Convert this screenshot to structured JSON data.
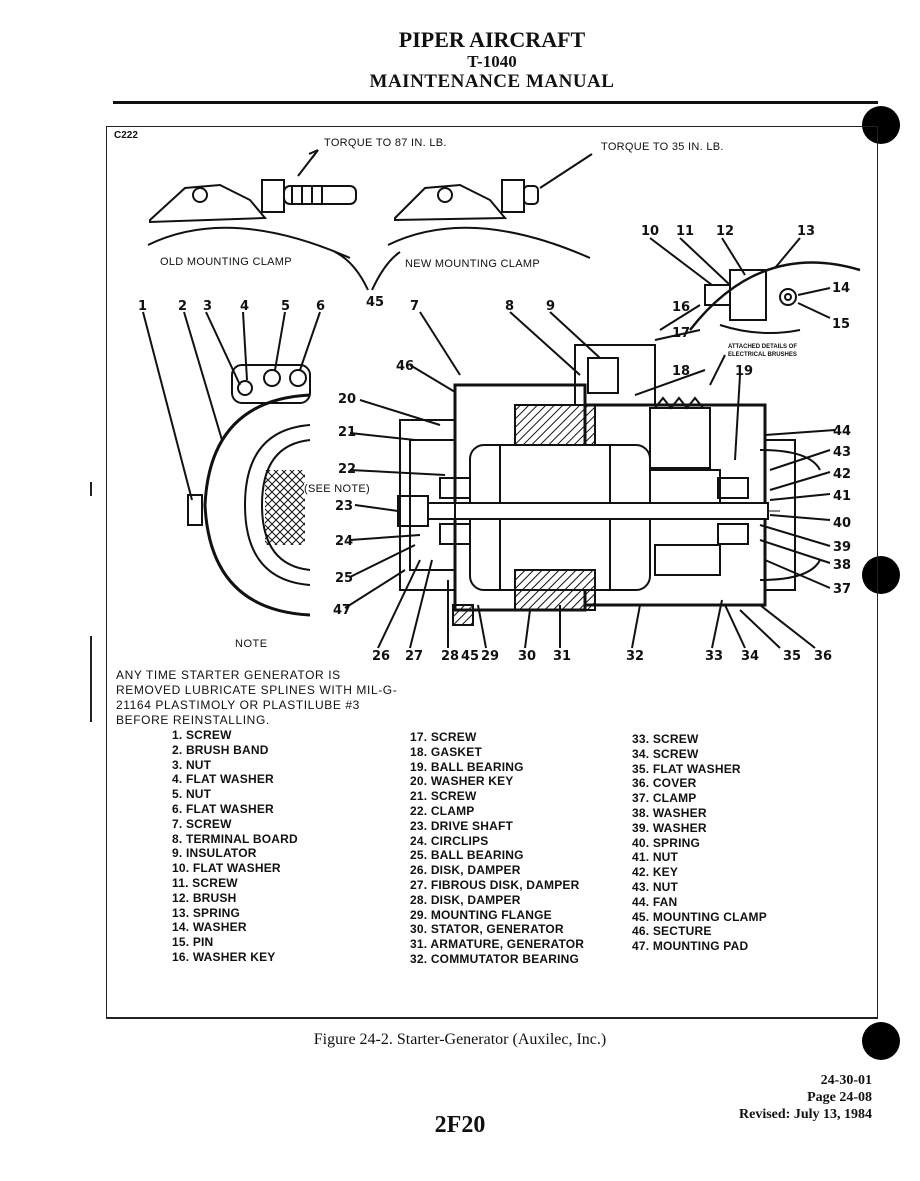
{
  "header": {
    "company": "PIPER AIRCRAFT",
    "model": "T-1040",
    "manual": "MAINTENANCE MANUAL"
  },
  "figure": {
    "code": "C222",
    "torque_old": "TORQUE TO 87 IN. LB.",
    "torque_new": "TORQUE TO 35 IN. LB.",
    "old_clamp": "OLD MOUNTING CLAMP",
    "new_clamp": "NEW MOUNTING CLAMP",
    "see_note": "(SEE NOTE)",
    "detail_label": "ATTACHED DETAILS OF ELECTRICAL BRUSHES",
    "note_heading": "NOTE",
    "note_text": "ANY TIME STARTER GENERATOR IS REMOVED LUBRICATE SPLINES WITH MIL-G-21164 PLASTIMOLY OR PLASTILUBE #3 BEFORE REINSTALLING.",
    "callouts": [
      "1",
      "2",
      "3",
      "4",
      "5",
      "6",
      "45",
      "7",
      "8",
      "9",
      "10",
      "11",
      "12",
      "13",
      "14",
      "15",
      "16",
      "17",
      "18",
      "19",
      "46",
      "20",
      "21",
      "22",
      "23",
      "24",
      "25",
      "47",
      "26",
      "27",
      "28",
      "45",
      "29",
      "30",
      "31",
      "32",
      "33",
      "34",
      "35",
      "36",
      "37",
      "38",
      "39",
      "40",
      "41",
      "42",
      "43",
      "44"
    ]
  },
  "parts_col1": [
    "1. SCREW",
    "2. BRUSH BAND",
    "3. NUT",
    "4. FLAT WASHER",
    "5. NUT",
    "6. FLAT WASHER",
    "7. SCREW",
    "8. TERMINAL BOARD",
    "9. INSULATOR",
    "10. FLAT WASHER",
    "11. SCREW",
    "12. BRUSH",
    "13. SPRING",
    "14. WASHER",
    "15. PIN",
    "16. WASHER KEY"
  ],
  "parts_col2": [
    "17. SCREW",
    "18. GASKET",
    "19. BALL BEARING",
    "20. WASHER KEY",
    "21. SCREW",
    "22. CLAMP",
    "23. DRIVE SHAFT",
    "24. CIRCLIPS",
    "25. BALL BEARING",
    "26. DISK, DAMPER",
    "27. FIBROUS DISK, DAMPER",
    "28. DISK, DAMPER",
    "29. MOUNTING FLANGE",
    "30. STATOR, GENERATOR",
    "31. ARMATURE, GENERATOR",
    "32. COMMUTATOR BEARING"
  ],
  "parts_col3": [
    "33. SCREW",
    "34. SCREW",
    "35. FLAT WASHER",
    "36. COVER",
    "37. CLAMP",
    "38. WASHER",
    "39. WASHER",
    "40. SPRING",
    "41. NUT",
    "42. KEY",
    "43. NUT",
    "44. FAN",
    "45. MOUNTING CLAMP",
    "46. SECTURE",
    "47. MOUNTING PAD"
  ],
  "caption": "Figure 24-2.  Starter-Generator (Auxilec, Inc.)",
  "footer": {
    "chapter": "24-30-01",
    "page": "Page 24-08",
    "revised": "Revised: July 13, 1984",
    "sheet": "2F20"
  }
}
